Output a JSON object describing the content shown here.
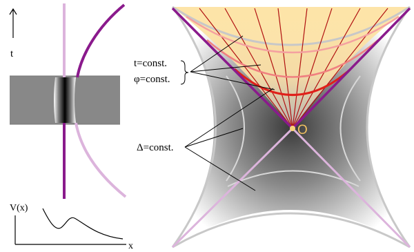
{
  "labels": {
    "time_axis": "t",
    "potential": "V(x)",
    "x_axis": "x",
    "t_const": "t=const.",
    "phi_const": "φ=const.",
    "delta_const": "Δ=const.",
    "origin": "O"
  },
  "colors": {
    "dark_purple": "#8a1a8c",
    "light_purple": "#dcb4dc",
    "red": "#e0201a",
    "dark_red": "#b01010",
    "pink": "#f08080",
    "future_fill": "#fde3a3",
    "gray_line": "#c8c8c8",
    "origin_dot": "#f6d27a",
    "origin_label": "#f0c060"
  }
}
